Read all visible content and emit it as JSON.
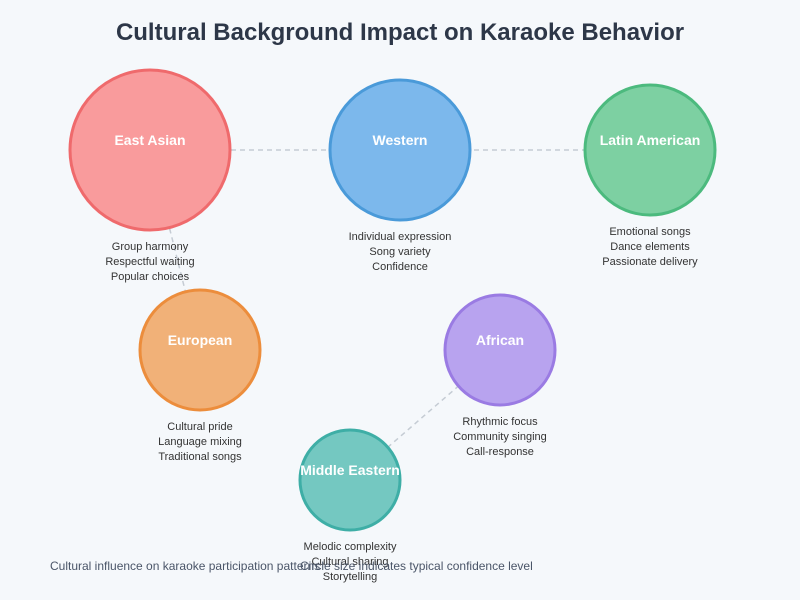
{
  "title": "Cultural Background Impact on Karaoke Behavior",
  "cultures": [
    {
      "name": "East Asian",
      "fill": "#f99b9c",
      "stroke": "#ef6a6c",
      "traits": [
        "Group harmony",
        "Respectful waiting",
        "Popular choices"
      ]
    },
    {
      "name": "Western",
      "fill": "#7cb8ec",
      "stroke": "#4a9ad9",
      "traits": [
        "Individual expression",
        "Song variety",
        "Confidence"
      ]
    },
    {
      "name": "Latin American",
      "fill": "#7dd0a2",
      "stroke": "#4cba7e",
      "traits": [
        "Emotional songs",
        "Dance elements",
        "Passionate delivery"
      ]
    },
    {
      "name": "European",
      "fill": "#f1b178",
      "stroke": "#ec8d3c",
      "traits": [
        "Cultural pride",
        "Language mixing",
        "Traditional songs"
      ]
    },
    {
      "name": "African",
      "fill": "#b8a3ef",
      "stroke": "#9a7be3",
      "traits": [
        "Rhythmic focus",
        "Community singing",
        "Call-response"
      ]
    },
    {
      "name": "Middle Eastern",
      "fill": "#74c8c1",
      "stroke": "#3eaea6",
      "traits": [
        "Melodic complexity",
        "Cultural sharing",
        "Storytelling"
      ]
    }
  ],
  "footer": {
    "note_left": "Cultural influence on karaoke participation patterns",
    "note_right": "Circle size indicates typical confidence level"
  }
}
